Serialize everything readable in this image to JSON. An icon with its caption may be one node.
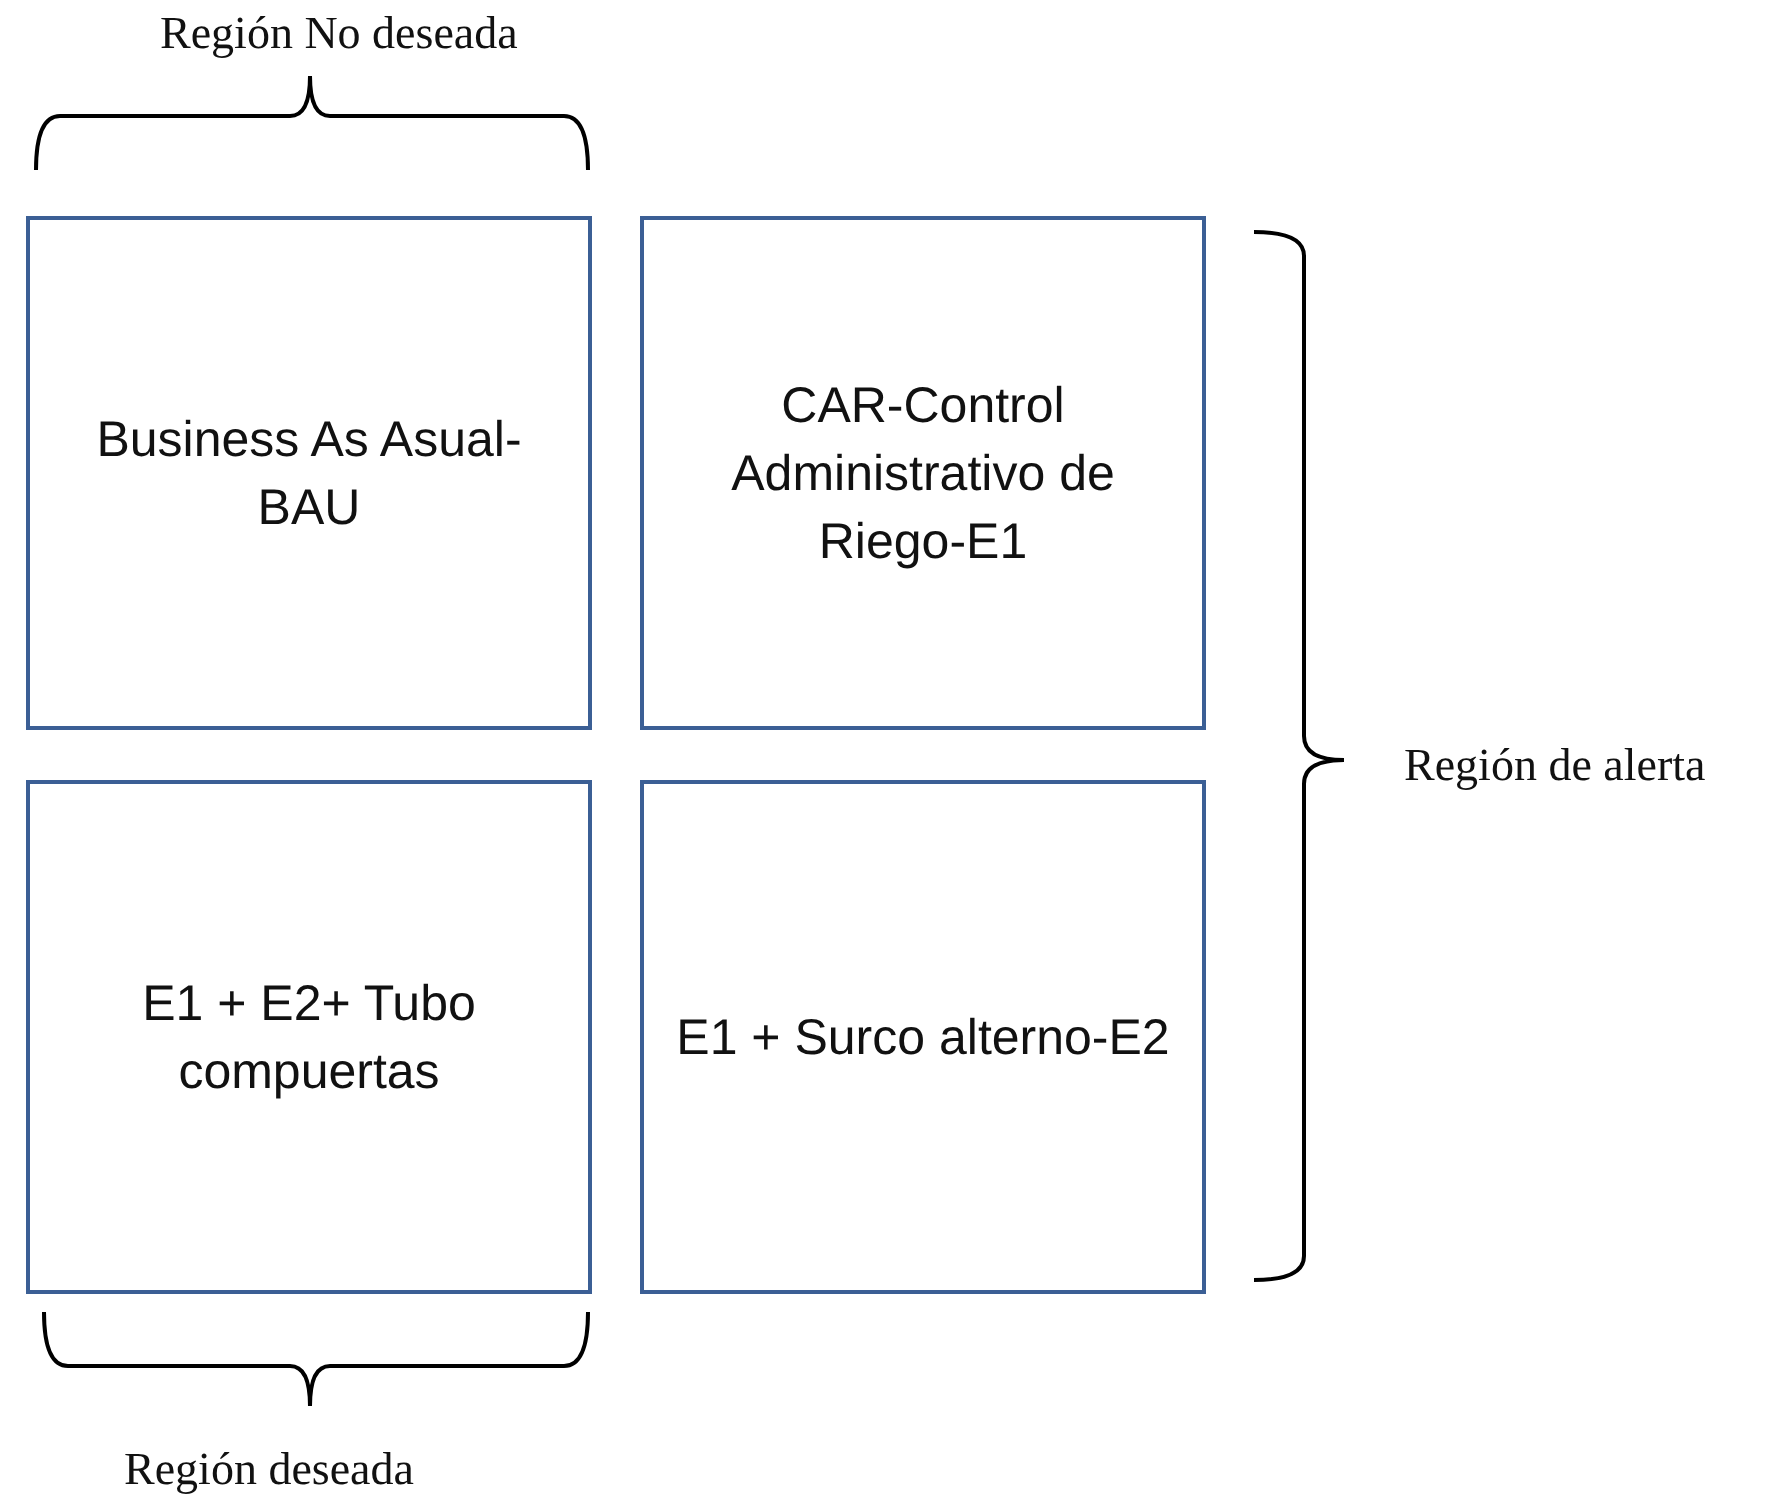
{
  "diagram": {
    "nodes": [
      {
        "text": [
          "Business As Asual-BAU"
        ]
      },
      {
        "text": [
          "CAR-Control Administrativo de Riego-E1"
        ]
      },
      {
        "text": [
          "E1 + E2+ Tubo compuertas"
        ]
      },
      {
        "text": [
          "E1 + Surco alterno-E2"
        ]
      }
    ],
    "labels": [
      "Región No deseada",
      "Región de alerta",
      "Región deseada"
    ]
  }
}
